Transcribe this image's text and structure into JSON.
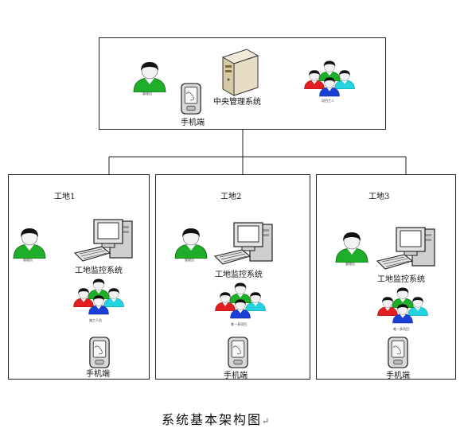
{
  "central": {
    "server_label": "中央管理系统",
    "manager_label": "管理员",
    "workers_label": "项目工人",
    "phone_label": "手机端"
  },
  "sites": [
    {
      "title": "工地1",
      "manager_label": "管理员",
      "monitor_label": "工地监控系统",
      "workers_label": "施工人员",
      "phone_label": "手机端"
    },
    {
      "title": "工地2",
      "manager_label": "管理员",
      "monitor_label": "工地监控系统",
      "workers_label": "唯一多项目",
      "phone_label": "手机端"
    },
    {
      "title": "工地3",
      "manager_label": "管理员",
      "monitor_label": "工地监控系统",
      "workers_label": "唯一多项目",
      "phone_label": "手机端"
    }
  ],
  "caption": "系统基本架构图",
  "caption_mark": "↵",
  "colors": {
    "person_green": "#1fae2a",
    "person_red": "#e02020",
    "person_cyan": "#22d4e0",
    "person_blue": "#1a3fd6",
    "person_head": "#111111",
    "server_body": "#e7dcc4",
    "monitor_body": "#d9d9d9",
    "phone_body": "#d8d8d8"
  }
}
